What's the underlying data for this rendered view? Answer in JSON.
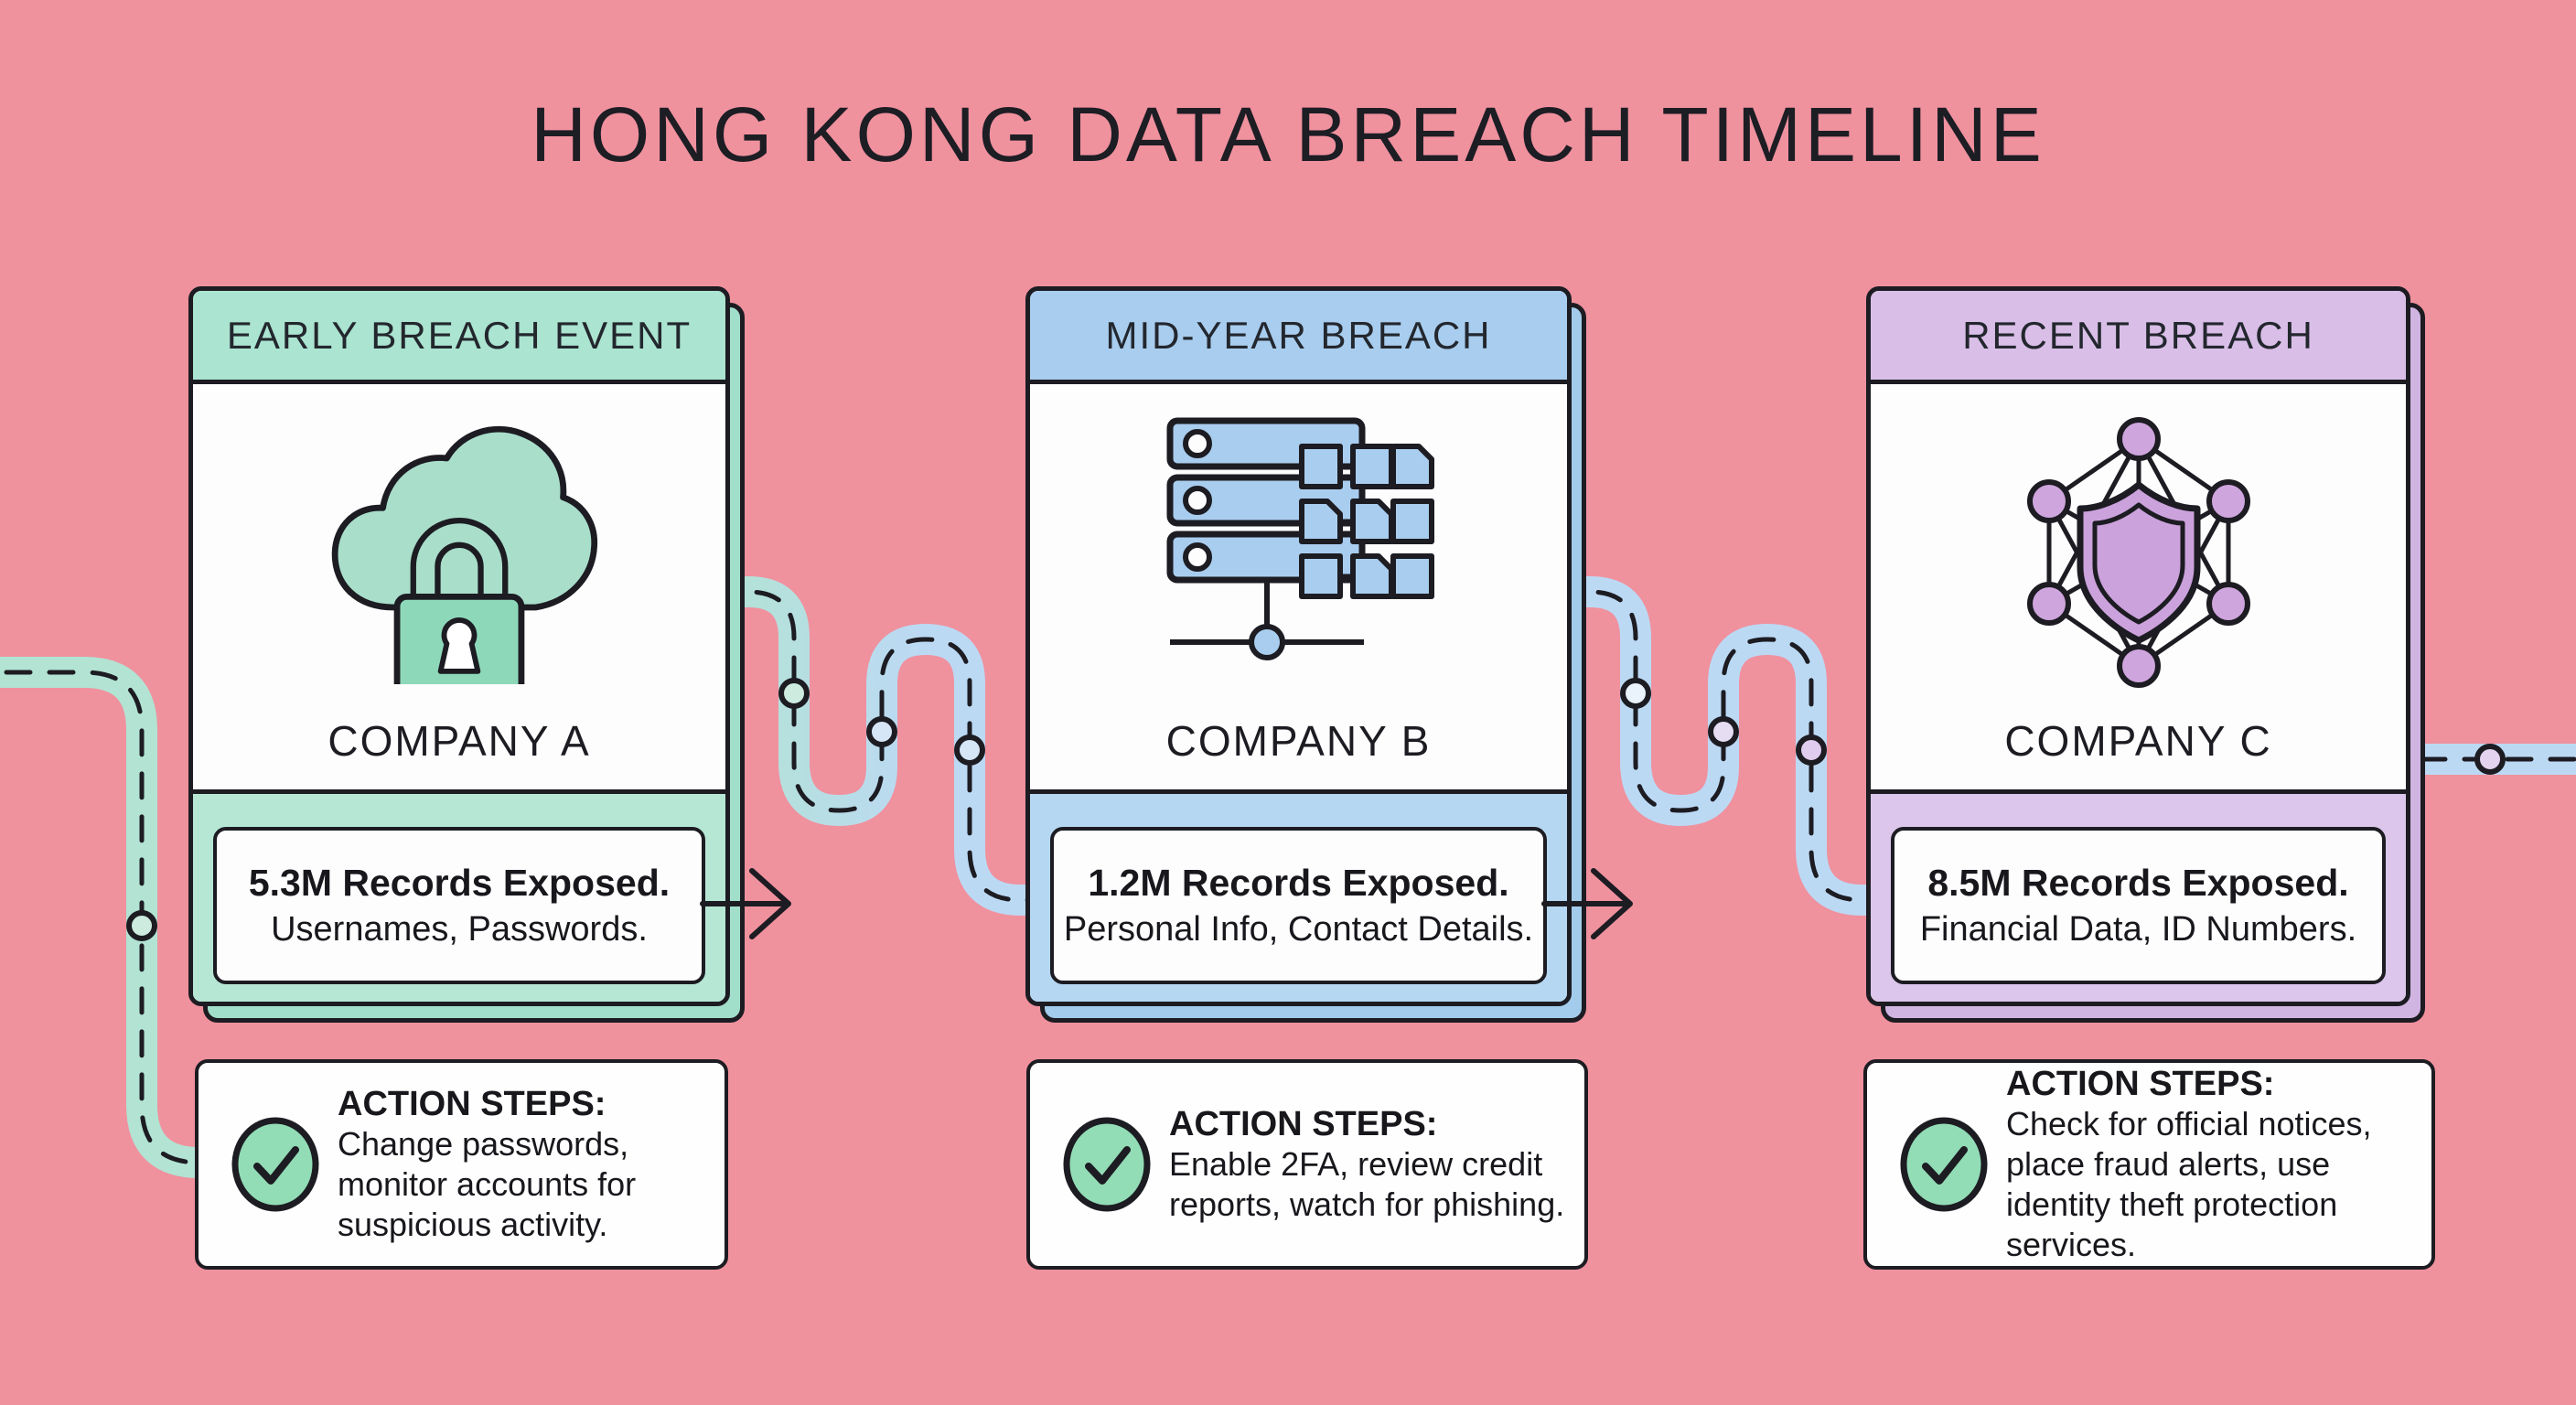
{
  "title": "HONG KONG DATA BREACH TIMELINE",
  "colors": {
    "background": "#f0919e",
    "ink": "#1c1c22",
    "card_body": "#fdfdfd",
    "mint_header": "#abe4d0",
    "mint_footer": "#b6e7d5",
    "blue_header": "#a8cdee",
    "blue_footer": "#b5d7f2",
    "purple_header": "#d9bfe8",
    "purple_footer": "#dcc6eb",
    "tube_mint": "#b2e3d3",
    "tube_blue": "#bcd9f4",
    "check_green": "#92dcb6"
  },
  "timeline": {
    "style": "winding dashed road with milestone nodes",
    "dash_color": "#1c1c22",
    "node_fills": [
      "#cdebdf",
      "#cdebdf",
      "#d6e6f7",
      "#d6e6f7",
      "#eaf2fb",
      "#e6ddf3",
      "#e0ccee",
      "#e3d3ef"
    ]
  },
  "cards": [
    {
      "header": "EARLY BREACH EVENT",
      "company": "COMPANY A",
      "icon": "cloud-lock-icon",
      "stats_headline": "5.3M Records Exposed.",
      "stats_details": "Usernames, Passwords.",
      "action_label": "ACTION STEPS:",
      "action_text": "Change passwords, monitor accounts for suspicious activity.",
      "theme": {
        "header": "#abe4d0",
        "footer": "#b6e7d5",
        "shadow": "#a2dfca"
      }
    },
    {
      "header": "MID-YEAR BREACH",
      "company": "COMPANY B",
      "icon": "server-files-icon",
      "stats_headline": "1.2M Records Exposed.",
      "stats_details": "Personal Info, Contact Details.",
      "action_label": "ACTION STEPS:",
      "action_text": "Enable 2FA, review credit reports, watch for phishing.",
      "theme": {
        "header": "#a8cdee",
        "footer": "#b5d7f2",
        "shadow": "#a3cbeb"
      }
    },
    {
      "header": "RECENT BREACH",
      "company": "COMPANY C",
      "icon": "shield-network-icon",
      "stats_headline": "8.5M Records Exposed.",
      "stats_details": "Financial Data, ID Numbers.",
      "action_label": "ACTION STEPS:",
      "action_text": "Check for official notices, place fraud alerts, use identity theft protection services.",
      "theme": {
        "header": "#d9bfe8",
        "footer": "#dcc6eb",
        "shadow": "#d0b5e2"
      }
    }
  ]
}
